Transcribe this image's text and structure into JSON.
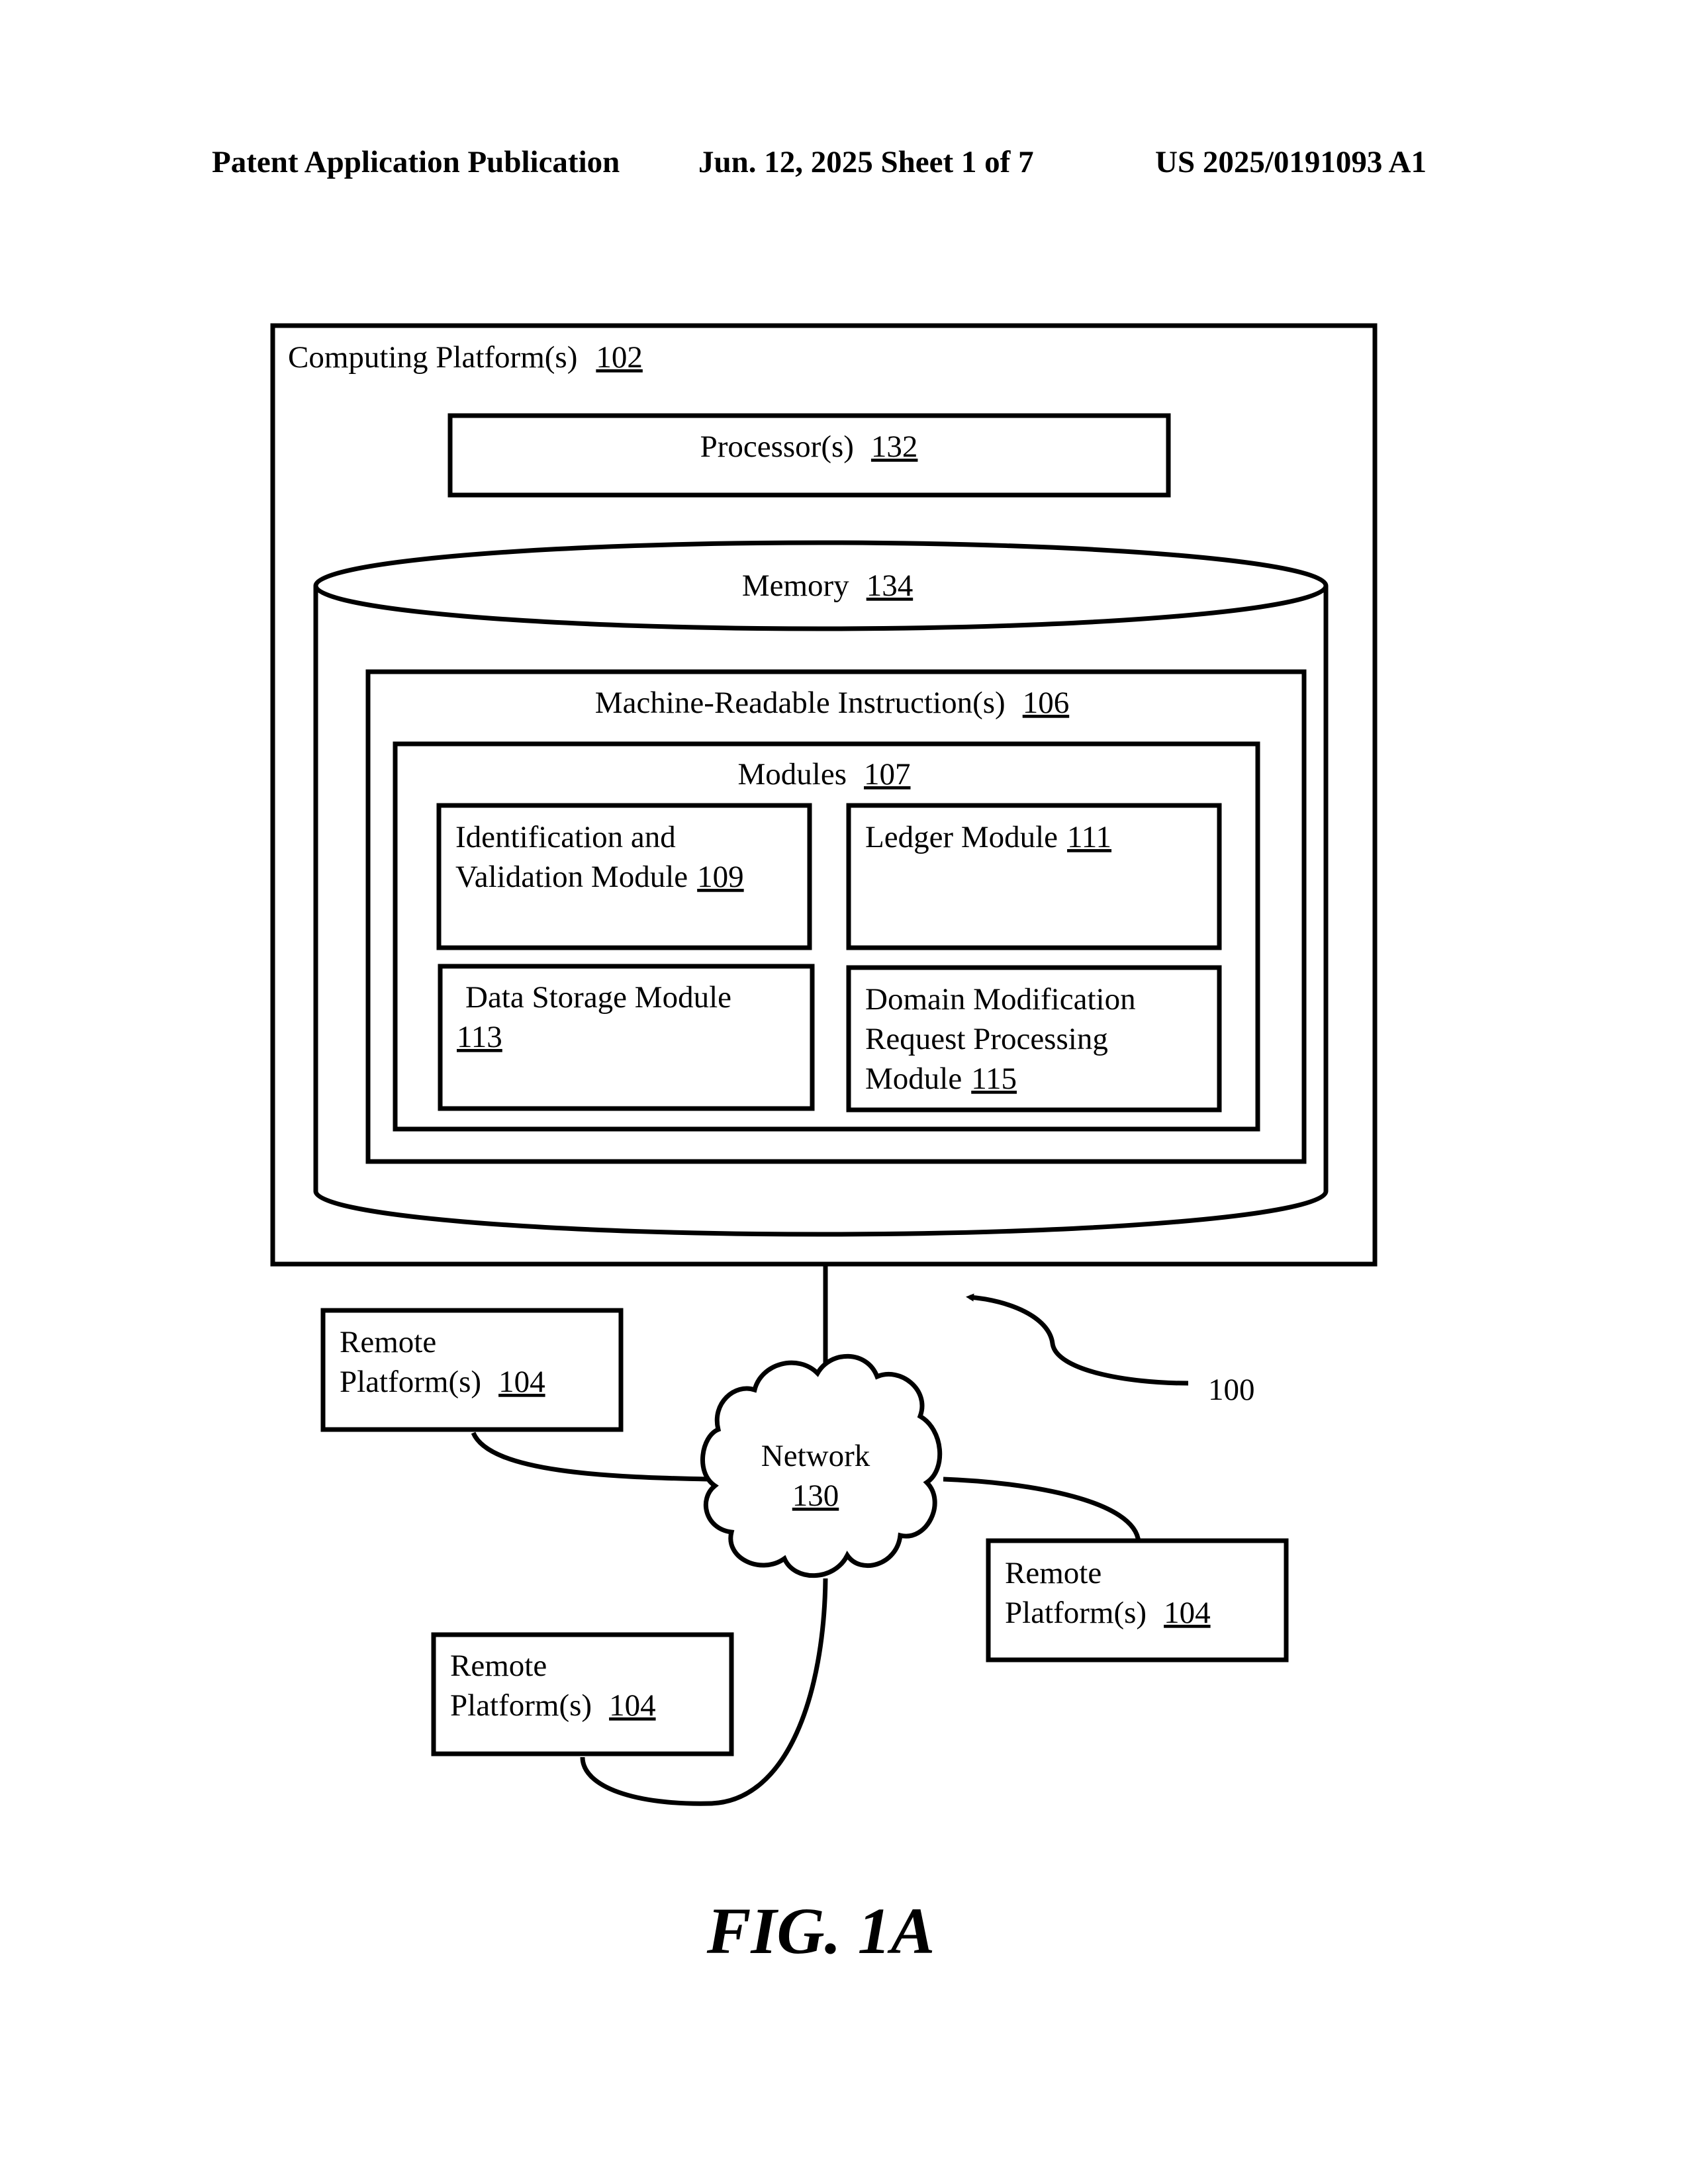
{
  "header": {
    "publication": "Patent Application Publication",
    "date_sheet": "Jun. 12, 2025  Sheet 1 of 7",
    "number": "US 2025/0191093 A1"
  },
  "diagram": {
    "computing_platform": {
      "label": "Computing Platform(s)",
      "ref": "102"
    },
    "processor": {
      "label": "Processor(s)",
      "ref": "132"
    },
    "memory": {
      "label": "Memory",
      "ref": "134"
    },
    "instructions": {
      "label": "Machine-Readable Instruction(s)",
      "ref": "106"
    },
    "modules": {
      "label": "Modules",
      "ref": "107"
    },
    "id_validation_module": {
      "line1": "Identification and",
      "line2": "Validation Module",
      "ref": "109"
    },
    "ledger_module": {
      "label": "Ledger Module",
      "ref": "111"
    },
    "data_storage_module": {
      "line1": "Data Storage Module",
      "ref": "113"
    },
    "domain_mod_module": {
      "line1": "Domain Modification",
      "line2": "Request Processing",
      "line3": "Module",
      "ref": "115"
    },
    "network": {
      "label": "Network",
      "ref": "130"
    },
    "remote_platforms": [
      {
        "line1": "Remote",
        "line2": "Platform(s)",
        "ref": "104"
      },
      {
        "line1": "Remote",
        "line2": "Platform(s)",
        "ref": "104"
      },
      {
        "line1": "Remote",
        "line2": "Platform(s)",
        "ref": "104"
      }
    ],
    "system_ref": "100"
  },
  "figure_label": "FIG. 1A"
}
